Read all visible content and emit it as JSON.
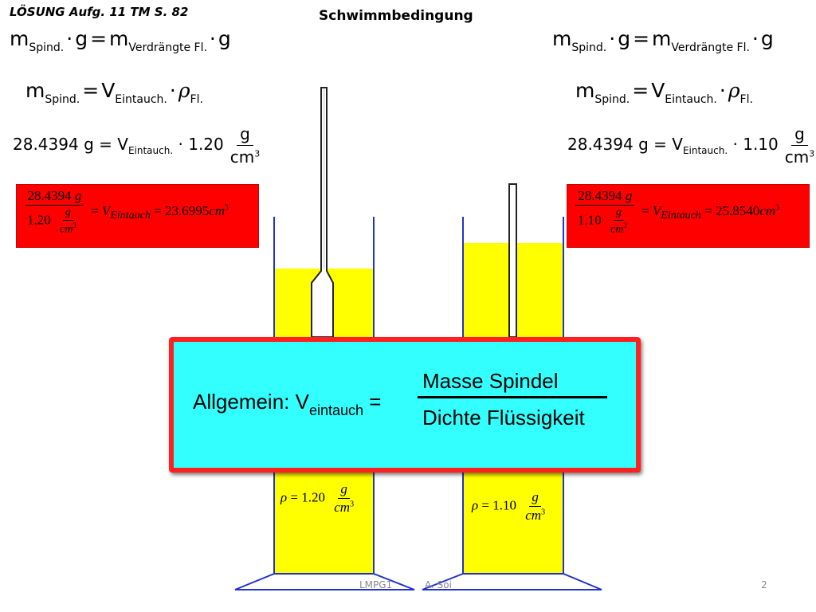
{
  "heading": "LÖSUNG Aufg. 11 TM S. 82",
  "title": "Schwimmbedingung",
  "eq1": {
    "m": "m",
    "m_sub": "Spind.",
    "g": "g",
    "m2": "m",
    "m2_sub": "Verdrängte Fl.",
    "g2": "g"
  },
  "eq2": {
    "m": "m",
    "m_sub": "Spind.",
    "v": "V",
    "v_sub": "Eintauch.",
    "rho": "ρ",
    "rho_sub": "Fl."
  },
  "left_calc": {
    "mass": "28.4394 g",
    "v": "V",
    "v_sub": "Eintauch.",
    "density": "1.20",
    "unit_num": "g",
    "unit_den": "cm",
    "unit_exp": "3"
  },
  "right_calc": {
    "mass": "28.4394 g",
    "v": "V",
    "v_sub": "Eintauch.",
    "density": "1.10",
    "unit_num": "g",
    "unit_den": "cm",
    "unit_exp": "3"
  },
  "left_result": {
    "num": "28.4394",
    "g": "g",
    "den": "1.20",
    "cm": "cm",
    "exp": "3",
    "v": "V",
    "v_sub": "Eintauch",
    "value": "23.6995",
    "unit": "cm",
    "unit_exp": "3"
  },
  "right_result": {
    "num": "28.4394",
    "g": "g",
    "den": "1.10",
    "cm": "cm",
    "exp": "3",
    "v": "V",
    "v_sub": "Eintauch",
    "value": "25.8540",
    "unit": "cm",
    "unit_exp": "3"
  },
  "general": {
    "label": "Allgemein: V",
    "sub": "eintauch",
    "eq": "=",
    "numerator": "Masse Spindel",
    "denominator": "Dichte Flüssigkeit"
  },
  "left_density": {
    "rho": "ρ",
    "value": "1.20",
    "g": "g",
    "cm": "cm",
    "exp": "3"
  },
  "right_density": {
    "rho": "ρ",
    "value": "1.10",
    "g": "g",
    "cm": "cm",
    "exp": "3"
  },
  "footer": {
    "course": "LMPG1",
    "author": "A. Soi",
    "page": "2"
  },
  "colors": {
    "liquid": "#ffff00",
    "container_edge": "#2233cc",
    "highlight": "#ff0000",
    "general_box": "#33ffff"
  }
}
